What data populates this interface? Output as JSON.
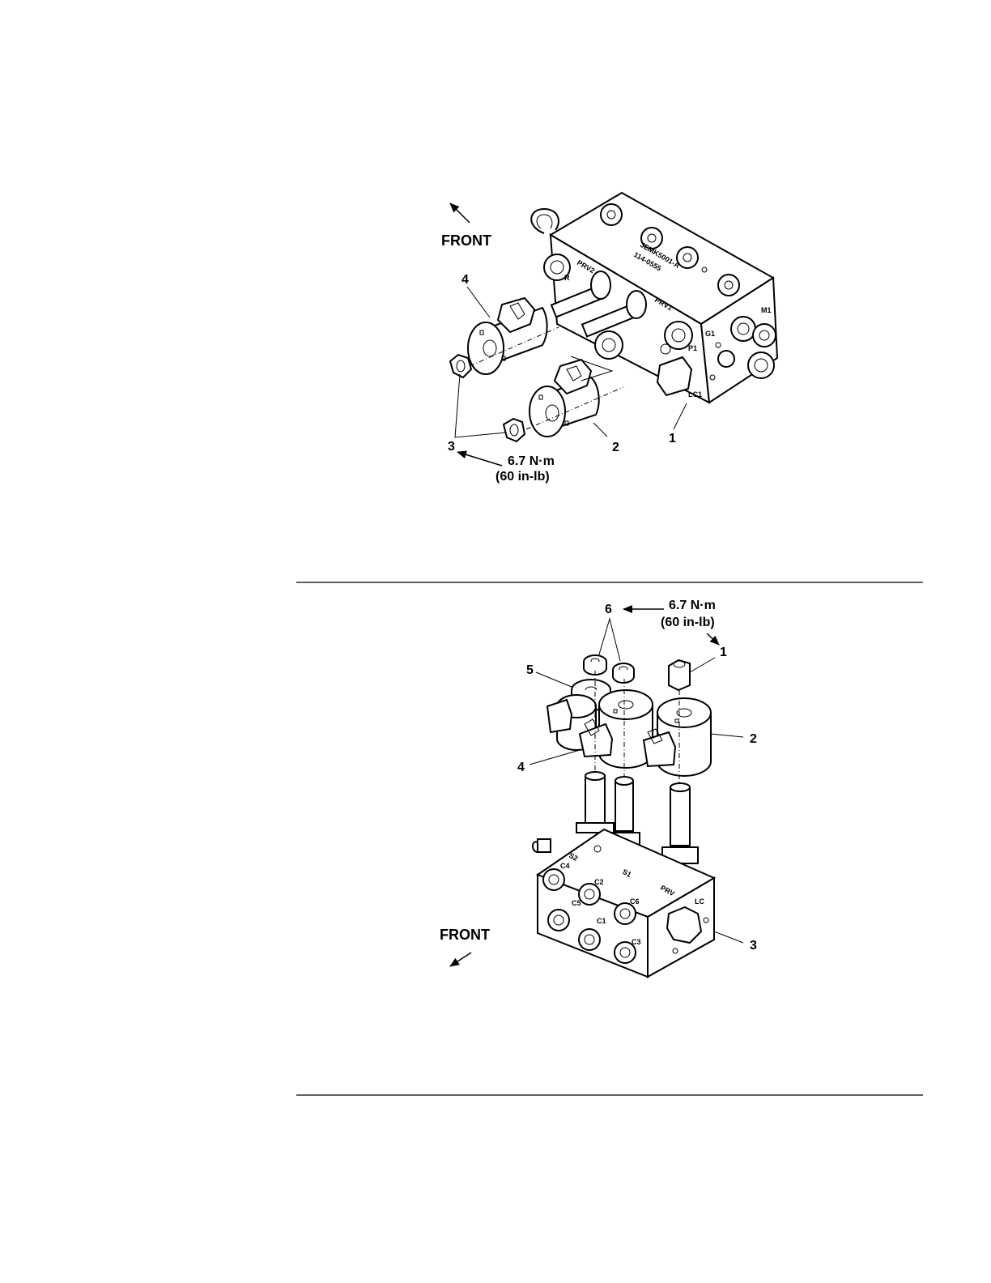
{
  "figure_top": {
    "front_label": "FRONT",
    "torque_value": "6.7 N·m",
    "torque_imperial": "(60 in-lb)",
    "callouts": [
      "1",
      "2",
      "3",
      "4"
    ],
    "port_labels": [
      "PRV2",
      "PRV1",
      "G1",
      "M1",
      "P1",
      "LC1",
      "R"
    ],
    "manifold_marking": [
      "JEMK5001-A",
      "114-0555"
    ]
  },
  "figure_bottom": {
    "front_label": "FRONT",
    "torque_value": "6.7 N·m",
    "torque_imperial": "(60 in-lb)",
    "callouts": [
      "1",
      "2",
      "3",
      "4",
      "5",
      "6"
    ],
    "port_labels": [
      "S2",
      "S1",
      "C4",
      "C2",
      "C5",
      "C6",
      "C1",
      "C3",
      "PRV",
      "LC"
    ]
  }
}
